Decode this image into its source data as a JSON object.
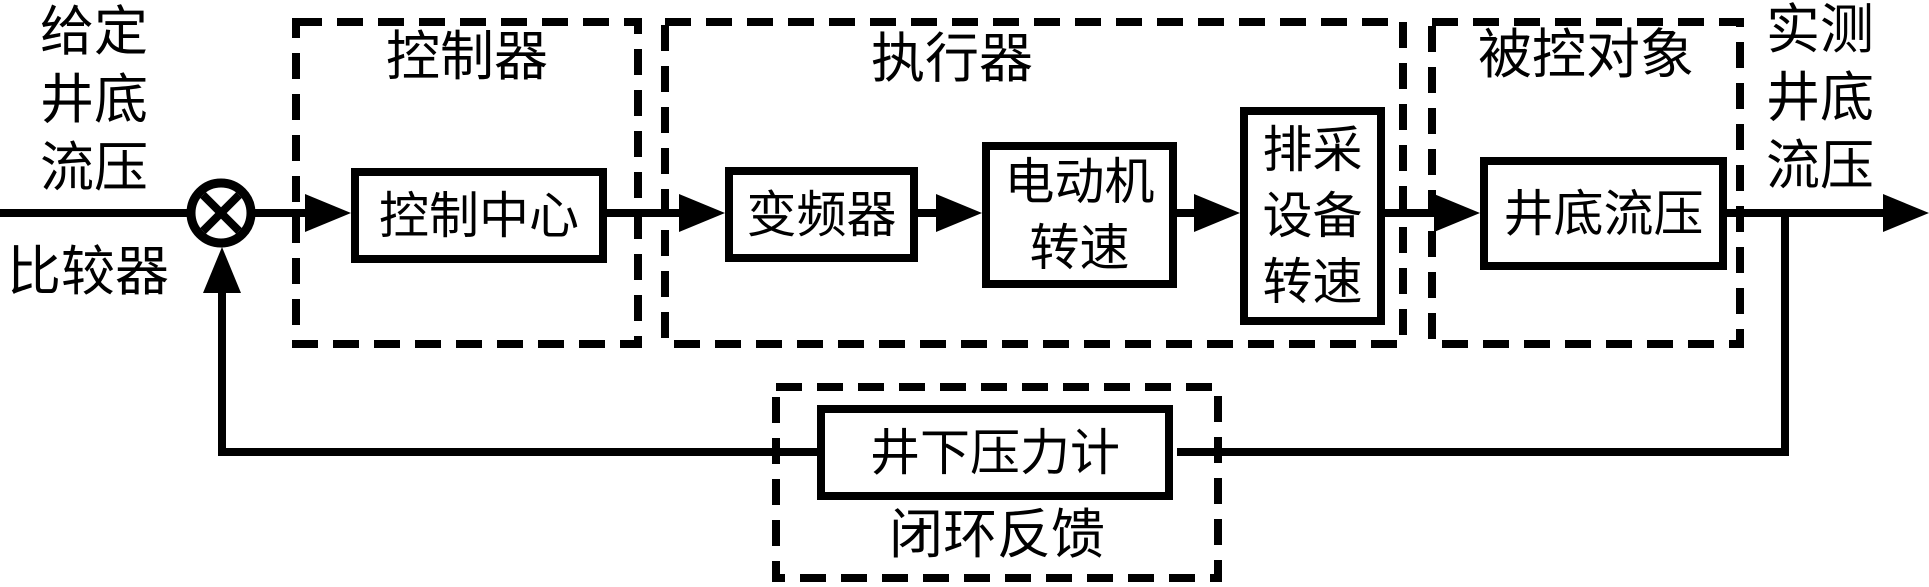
{
  "figure": {
    "type": "control-system-block-diagram",
    "colors": {
      "ink": "#000000",
      "paper": "#ffffff"
    },
    "left_label": "给定\n井底\n流压",
    "comparator_label": "比较器",
    "right_label": "实测\n井底\n流压",
    "group_titles": {
      "controller": "控制器",
      "actuator": "执行器",
      "plant": "被控对象",
      "feedback": "闭环反馈"
    },
    "block_labels": {
      "control_center": "控制中心",
      "frequency_converter": "变频器",
      "motor_speed": "电动机\n转速",
      "pumping_equipment_speed": "排采\n设备\n转速",
      "bottomhole_flowing_pressure": "井底流压",
      "downhole_pressure_gauge": "井下压力计"
    }
  }
}
